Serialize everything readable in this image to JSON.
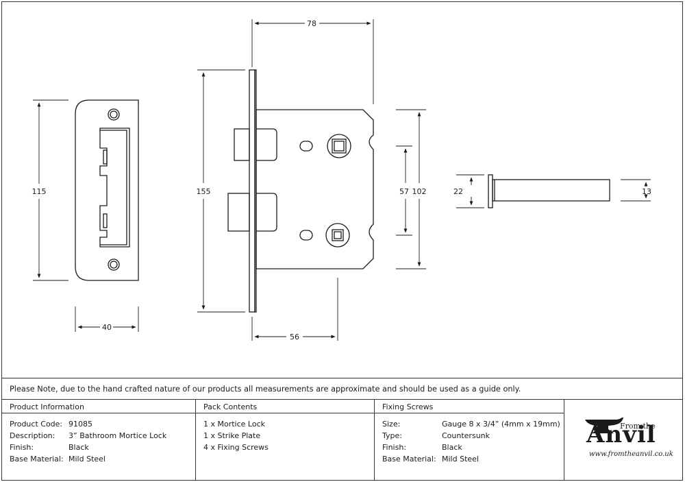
{
  "dimensions": {
    "strike_height": "115",
    "strike_width": "40",
    "lock_overall_width": "78",
    "forend_height": "155",
    "case_height": "102",
    "hole_spacing": "57",
    "backset": "56",
    "spindle_plate": "22",
    "spindle_bar": "13"
  },
  "note": "Please Note, due to the hand crafted nature of our products all measurements are approximate and should be used as a guide only.",
  "product_information": {
    "title": "Product Information",
    "rows": [
      {
        "label": "Product Code:",
        "value": "91085"
      },
      {
        "label": "Description:",
        "value": "3” Bathroom Mortice Lock"
      },
      {
        "label": "Finish:",
        "value": "Black"
      },
      {
        "label": "Base Material:",
        "value": "Mild Steel"
      }
    ]
  },
  "pack_contents": {
    "title": "Pack Contents",
    "items": [
      "1 x Mortice Lock",
      "1 x Strike Plate",
      "4 x Fixing Screws"
    ]
  },
  "fixing_screws": {
    "title": "Fixing Screws",
    "rows": [
      {
        "label": "Size:",
        "value": "Gauge 8 x 3/4” (4mm x 19mm)"
      },
      {
        "label": "Type:",
        "value": "Countersunk"
      },
      {
        "label": "Finish:",
        "value": "Black"
      },
      {
        "label": "Base Material:",
        "value": "Mild Steel"
      }
    ]
  },
  "logo": {
    "from_the": "From the",
    "word": "Anvil",
    "url": "www.fromtheanvil.co.uk",
    "icon": "anvil-icon"
  },
  "colors": {
    "line": "#1a1a1a",
    "background": "#ffffff"
  }
}
